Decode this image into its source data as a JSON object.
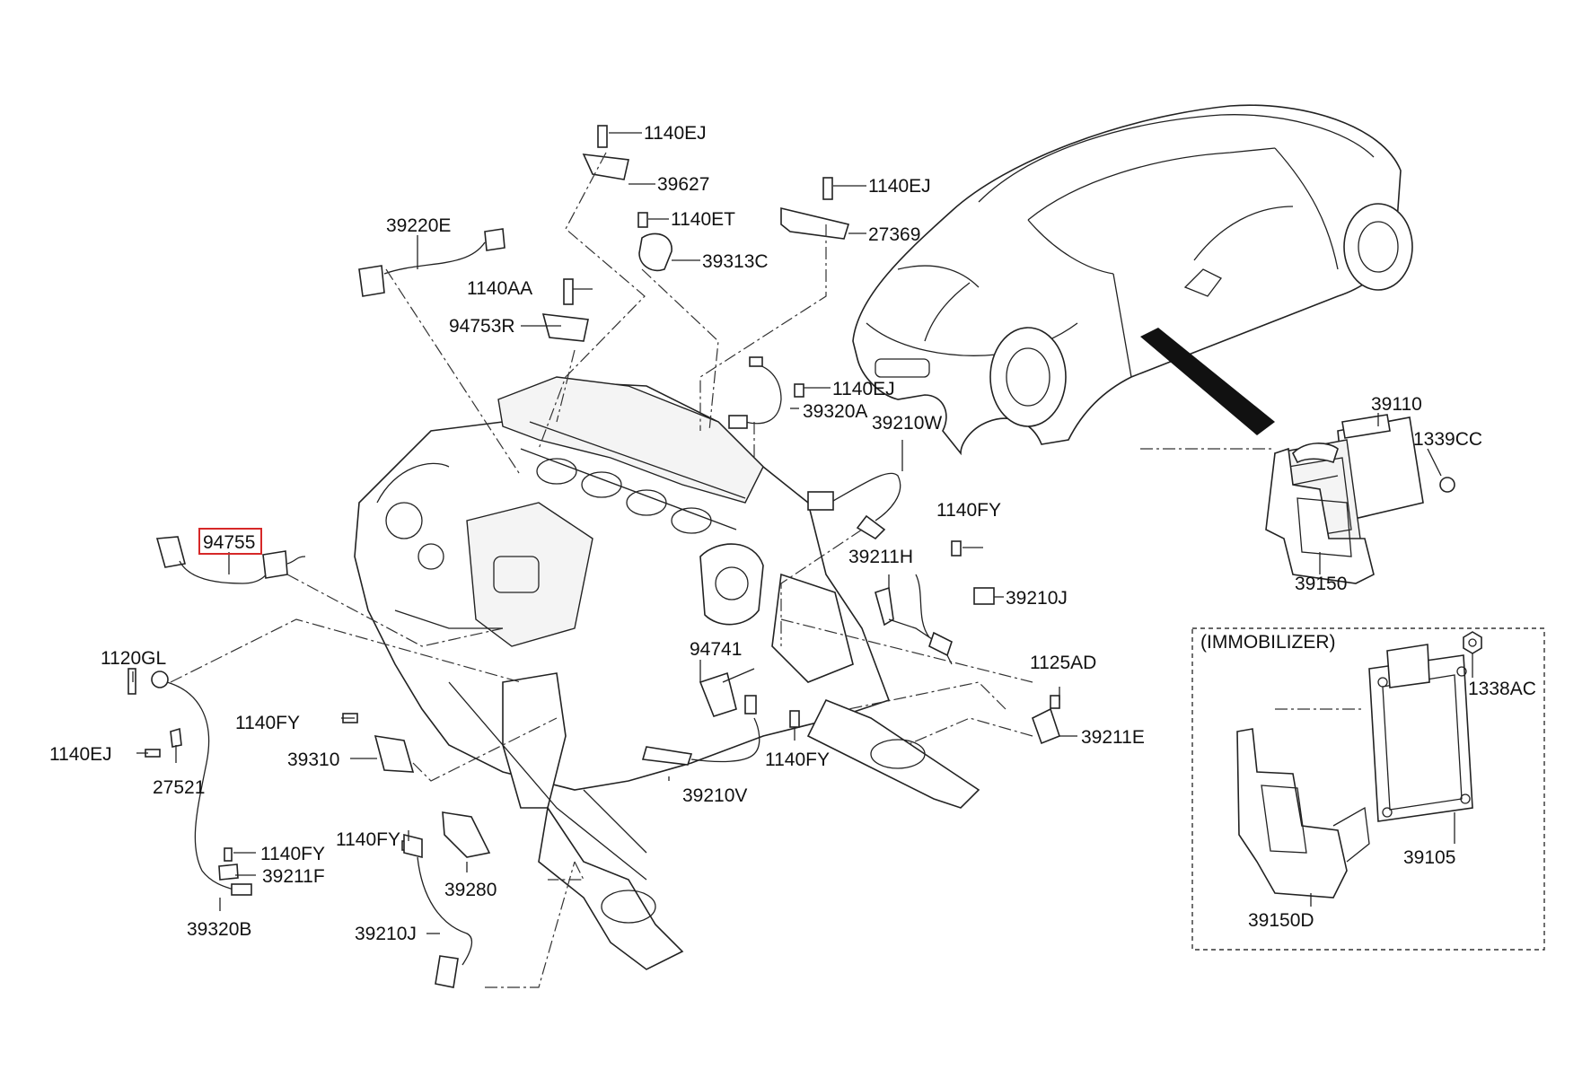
{
  "diagram": {
    "highlighted_part": "94755",
    "highlight_color": "#d62828",
    "immobilizer_title": "(IMMOBILIZER)",
    "labels": [
      {
        "id": "p1140EJ_a",
        "text": "1140EJ"
      },
      {
        "id": "p39627",
        "text": "39627"
      },
      {
        "id": "p1140EJ_b",
        "text": "1140EJ"
      },
      {
        "id": "p27369",
        "text": "27369"
      },
      {
        "id": "p1140ET",
        "text": "1140ET"
      },
      {
        "id": "p39313C",
        "text": "39313C"
      },
      {
        "id": "p39220E",
        "text": "39220E"
      },
      {
        "id": "p1140AA",
        "text": "1140AA"
      },
      {
        "id": "p94753R",
        "text": "94753R"
      },
      {
        "id": "p1140EJ_c",
        "text": "1140EJ"
      },
      {
        "id": "p39320A",
        "text": "39320A"
      },
      {
        "id": "p39210W",
        "text": "39210W"
      },
      {
        "id": "p94755",
        "text": "94755"
      },
      {
        "id": "p1140FY_a",
        "text": "1140FY"
      },
      {
        "id": "p39211H",
        "text": "39211H"
      },
      {
        "id": "p39210J_a",
        "text": "39210J"
      },
      {
        "id": "p1120GL",
        "text": "1120GL"
      },
      {
        "id": "p94741",
        "text": "94741"
      },
      {
        "id": "p1125AD",
        "text": "1125AD"
      },
      {
        "id": "p1140FY_b",
        "text": "1140FY"
      },
      {
        "id": "p1140EJ_d",
        "text": "1140EJ"
      },
      {
        "id": "p39211E",
        "text": "39211E"
      },
      {
        "id": "p39310",
        "text": "39310"
      },
      {
        "id": "p1140FY_c",
        "text": "1140FY"
      },
      {
        "id": "p27521",
        "text": "27521"
      },
      {
        "id": "p39210V",
        "text": "39210V"
      },
      {
        "id": "p1140FY_d",
        "text": "1140FY"
      },
      {
        "id": "p1140FY_e",
        "text": "1140FY"
      },
      {
        "id": "p39211F",
        "text": "39211F"
      },
      {
        "id": "p39280",
        "text": "39280"
      },
      {
        "id": "p39320B",
        "text": "39320B"
      },
      {
        "id": "p39210J_b",
        "text": "39210J"
      },
      {
        "id": "p39110",
        "text": "39110"
      },
      {
        "id": "p1339CC",
        "text": "1339CC"
      },
      {
        "id": "p39150",
        "text": "39150"
      },
      {
        "id": "p1338AC",
        "text": "1338AC"
      },
      {
        "id": "p39105",
        "text": "39105"
      },
      {
        "id": "p39150D",
        "text": "39150D"
      }
    ]
  }
}
